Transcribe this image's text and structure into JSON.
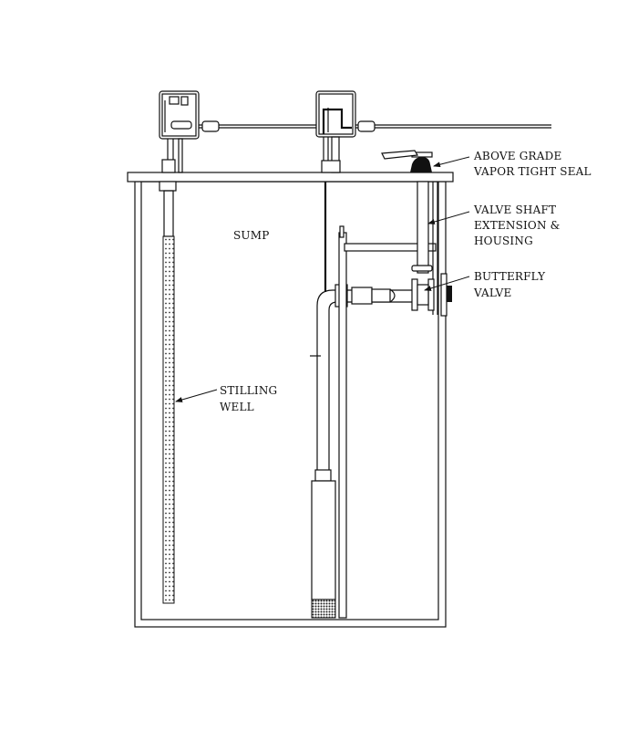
{
  "labels": {
    "above_grade_1": "ABOVE GRADE",
    "above_grade_2": "VAPOR TIGHT SEAL",
    "valve_shaft_1": "VALVE SHAFT",
    "valve_shaft_2": "EXTENSION &",
    "valve_shaft_3": "HOUSING",
    "butterfly_1": "BUTTERFLY",
    "butterfly_2": "VALVE",
    "sump": "SUMP",
    "stilling_1": "STILLING",
    "stilling_2": "WELL"
  }
}
